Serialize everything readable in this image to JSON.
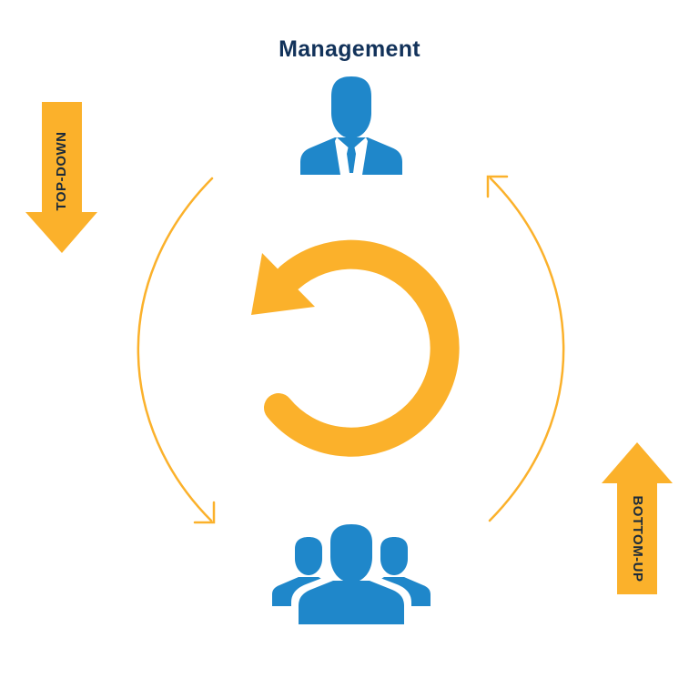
{
  "diagram": {
    "title": "Management",
    "top_arrow_label": "TOP-DOWN",
    "bottom_arrow_label": "BOTTOM-UP"
  },
  "icons": {
    "manager": "manager-icon",
    "team": "team-icon",
    "cycle": "cycle-arrow-icon"
  },
  "colors": {
    "accent": "#FBB12B",
    "icon_blue": "#1F87CA",
    "title_text": "#12325A",
    "label_text": "#1B2A3A"
  }
}
